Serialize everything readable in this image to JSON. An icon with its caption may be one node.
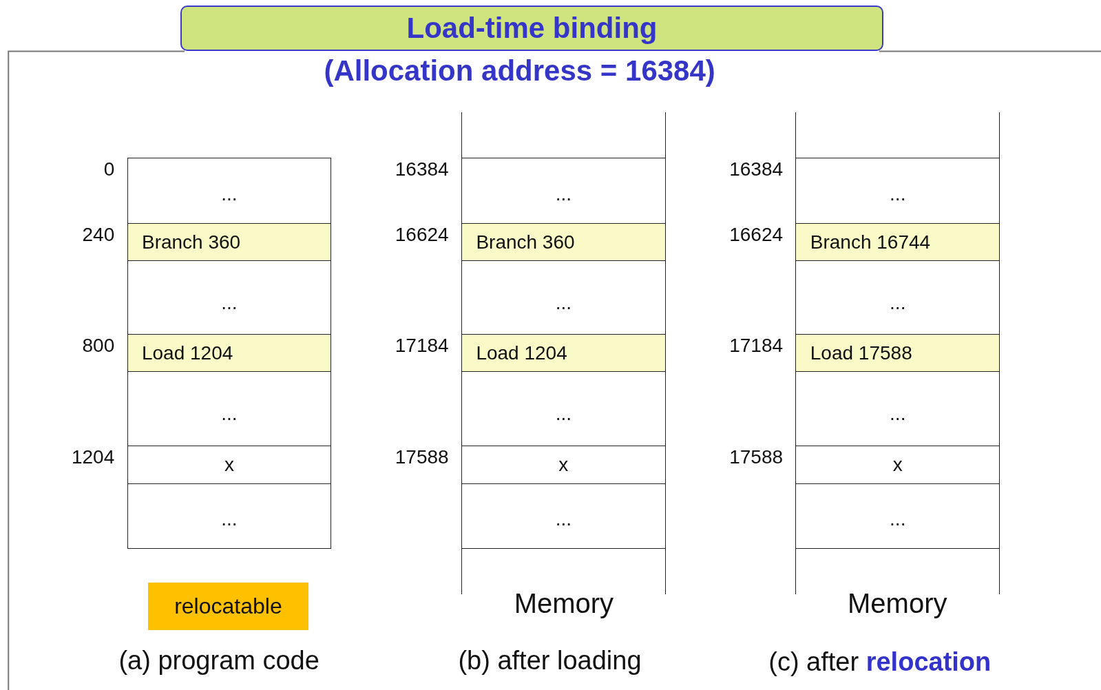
{
  "diagram": {
    "title": "Load-time binding",
    "nodes": [
      {
        "text": [
          "..."
        ],
        "beside": [
          "0"
        ]
      },
      {
        "text": [
          "Branch 360"
        ],
        "beside": [
          "240"
        ]
      },
      {
        "text": [
          "..."
        ]
      },
      {
        "text": [
          "Load 1204"
        ],
        "beside": [
          "800"
        ]
      },
      {
        "text": [
          "..."
        ]
      },
      {
        "text": [
          "x"
        ],
        "beside": [
          "1204"
        ]
      },
      {
        "text": [
          "..."
        ]
      },
      {
        "text": [
          "relocatable"
        ]
      },
      {
        "text": [],
        "shape": "box"
      },
      {
        "text": [
          "..."
        ],
        "beside": [
          "16384"
        ]
      },
      {
        "text": [
          "Branch 360"
        ],
        "beside": [
          "16624"
        ]
      },
      {
        "text": [
          "..."
        ]
      },
      {
        "text": [
          "Load 1204"
        ],
        "beside": [
          "17184"
        ]
      },
      {
        "text": [
          "..."
        ]
      },
      {
        "text": [
          "x"
        ],
        "beside": [
          "17588"
        ]
      },
      {
        "text": [
          "..."
        ]
      },
      {
        "text": [],
        "shape": "box"
      },
      {
        "text": [],
        "shape": "box"
      },
      {
        "text": [
          "..."
        ],
        "beside": [
          "16384"
        ]
      },
      {
        "text": [
          "Branch 16744"
        ],
        "beside": [
          "16624"
        ]
      },
      {
        "text": [
          "..."
        ]
      },
      {
        "text": [
          "Load 17588"
        ],
        "beside": [
          "17184"
        ]
      },
      {
        "text": [
          "..."
        ]
      },
      {
        "text": [
          "x"
        ],
        "beside": [
          "17588"
        ]
      },
      {
        "text": [
          "..."
        ]
      },
      {
        "text": [],
        "shape": "box"
      }
    ],
    "labels": [
      "(Allocation address = 16384)",
      "Memory",
      "Memory",
      "(a) program code",
      "(b) after loading",
      "(c) after **relocation**"
    ]
  }
}
